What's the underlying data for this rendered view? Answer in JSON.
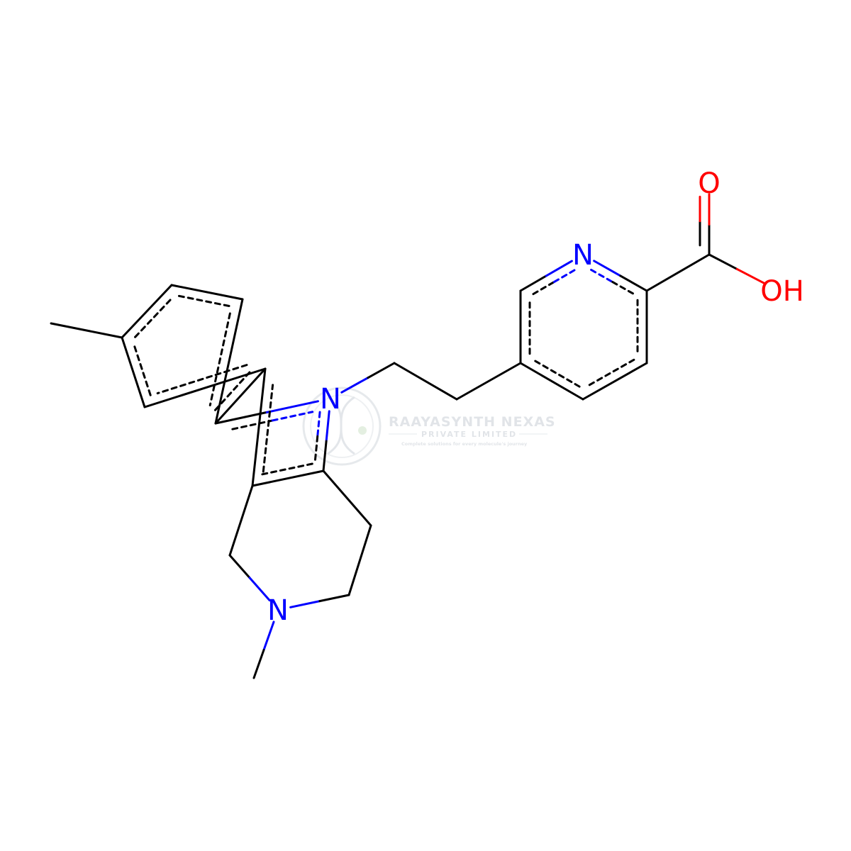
{
  "molecule": {
    "atoms": [
      {
        "id": "Me6",
        "element": "C",
        "label": ""
      },
      {
        "id": "C6",
        "element": "C",
        "label": ""
      },
      {
        "id": "C5",
        "element": "C",
        "label": ""
      },
      {
        "id": "C4",
        "element": "C",
        "label": ""
      },
      {
        "id": "C4a",
        "element": "C",
        "label": ""
      },
      {
        "id": "C9a",
        "element": "C",
        "label": ""
      },
      {
        "id": "C8",
        "element": "C",
        "label": ""
      },
      {
        "id": "C7",
        "element": "C",
        "label": ""
      },
      {
        "id": "N9",
        "element": "N",
        "label": "N"
      },
      {
        "id": "C9b",
        "element": "C",
        "label": ""
      },
      {
        "id": "C4b",
        "element": "C",
        "label": ""
      },
      {
        "id": "C1",
        "element": "C",
        "label": ""
      },
      {
        "id": "N2",
        "element": "N",
        "label": "N"
      },
      {
        "id": "MeN",
        "element": "C",
        "label": ""
      },
      {
        "id": "C3",
        "element": "C",
        "label": ""
      },
      {
        "id": "C3b",
        "element": "C",
        "label": ""
      },
      {
        "id": "CH2a",
        "element": "C",
        "label": ""
      },
      {
        "id": "CH2b",
        "element": "C",
        "label": ""
      },
      {
        "id": "P5",
        "element": "C",
        "label": ""
      },
      {
        "id": "P6",
        "element": "C",
        "label": ""
      },
      {
        "id": "PN",
        "element": "N",
        "label": "N"
      },
      {
        "id": "P2",
        "element": "C",
        "label": ""
      },
      {
        "id": "P3",
        "element": "C",
        "label": ""
      },
      {
        "id": "P4",
        "element": "C",
        "label": ""
      },
      {
        "id": "Cc",
        "element": "C",
        "label": ""
      },
      {
        "id": "Od",
        "element": "O",
        "label": "O"
      },
      {
        "id": "Oh",
        "element": "O",
        "label": "OH"
      }
    ],
    "bonds": [
      {
        "a": "Me6",
        "b": "C6",
        "order": 1
      },
      {
        "a": "C6",
        "b": "C5",
        "order": 1.5,
        "side": "in"
      },
      {
        "a": "C5",
        "b": "C4",
        "order": 1.5,
        "side": "in"
      },
      {
        "a": "C4",
        "b": "C4a",
        "order": 1.5,
        "side": "in"
      },
      {
        "a": "C4a",
        "b": "C9a",
        "order": 1.5,
        "side": "in"
      },
      {
        "a": "C9a",
        "b": "C8",
        "order": 1.5,
        "side": "in"
      },
      {
        "a": "C8",
        "b": "C6",
        "order": 1.5,
        "side": "in"
      },
      {
        "a": "C4a",
        "b": "N9",
        "order": 1.5,
        "side": "ring2"
      },
      {
        "a": "N9",
        "b": "C3b",
        "order": 1.5,
        "side": "ring2"
      },
      {
        "a": "C3b",
        "b": "C4b",
        "order": 1.5,
        "side": "ring2"
      },
      {
        "a": "C4b",
        "b": "C9a",
        "order": 1.5,
        "side": "ring2"
      },
      {
        "a": "C4b",
        "b": "C1",
        "order": 1
      },
      {
        "a": "C1",
        "b": "N2",
        "order": 1
      },
      {
        "a": "N2",
        "b": "MeN",
        "order": 1
      },
      {
        "a": "N2",
        "b": "C3",
        "order": 1
      },
      {
        "a": "C3",
        "b": "C3c",
        "order": 1
      },
      {
        "a": "C3c",
        "b": "C3b",
        "order": 1
      },
      {
        "a": "N9",
        "b": "CH2a",
        "order": 1
      },
      {
        "a": "CH2a",
        "b": "CH2b",
        "order": 1
      },
      {
        "a": "CH2b",
        "b": "P5",
        "order": 1
      },
      {
        "a": "P5",
        "b": "P6",
        "order": 1.5,
        "side": "py"
      },
      {
        "a": "P6",
        "b": "PN",
        "order": 1.5,
        "side": "py"
      },
      {
        "a": "PN",
        "b": "P2",
        "order": 1.5,
        "side": "py"
      },
      {
        "a": "P2",
        "b": "P3",
        "order": 1.5,
        "side": "py"
      },
      {
        "a": "P3",
        "b": "P4",
        "order": 1.5,
        "side": "py"
      },
      {
        "a": "P4",
        "b": "P5",
        "order": 1.5,
        "side": "py"
      },
      {
        "a": "P2",
        "b": "Cc",
        "order": 1
      },
      {
        "a": "Cc",
        "b": "Od",
        "order": 2
      },
      {
        "a": "Cc",
        "b": "Oh",
        "order": 1
      }
    ]
  },
  "colors": {
    "C": "#000000",
    "N": "#0000ff",
    "O": "#ff0000",
    "watermark": "#c9cfd6"
  },
  "watermark": {
    "title": "RAAYASYNTH NEXAS",
    "subtitle": "PRIVATE LIMITED",
    "tagline": "Complete solutions for every molecule's journey"
  }
}
